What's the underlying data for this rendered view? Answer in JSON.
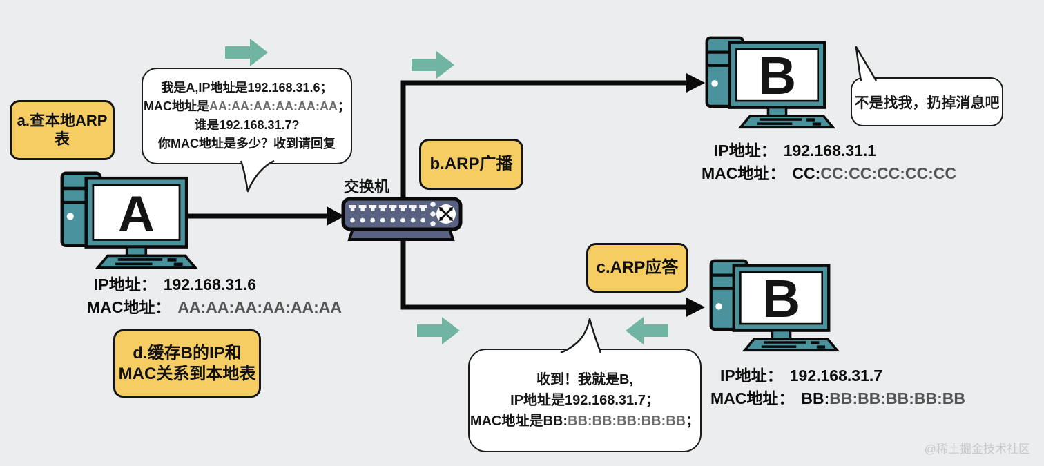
{
  "colors": {
    "background": "#ECEDEF",
    "step_yellow": "#F5CD63",
    "computer_teal": "#4A929C",
    "switch_slate": "#596280",
    "arrow_green": "#6FB5A2",
    "line_black": "#0A0A0A",
    "mac_gray": "#555555"
  },
  "steps": {
    "a": "a.查本地ARP\n表",
    "b": "b.ARP广播",
    "c": "c.ARP应答",
    "d": "d.缓存B的IP和\nMAC关系到本地表"
  },
  "switch": {
    "label": "交换机"
  },
  "computers": {
    "a": {
      "letter": "A",
      "ip_label": "IP地址：",
      "ip": "192.168.31.6",
      "mac_label": "MAC地址：",
      "mac_dark": "",
      "mac_light": "AA:AA:AA:AA:AA:AA"
    },
    "b_top": {
      "letter": "B",
      "ip_label": "IP地址：",
      "ip": "192.168.31.1",
      "mac_label": "MAC地址：",
      "mac_dark": "CC:",
      "mac_light": "CC:CC:CC:CC:CC"
    },
    "b_bottom": {
      "letter": "B",
      "ip_label": "IP地址：",
      "ip": "192.168.31.7",
      "mac_label": "MAC地址：",
      "mac_dark": "BB:",
      "mac_light": "BB:BB:BB:BB:BB"
    }
  },
  "bubbles": {
    "a_request": {
      "line1": "我是A,IP地址是192.168.31.6；",
      "line2_prefix": "MAC地址是",
      "line2_value": "AA:AA:AA:AA:AA:AA",
      "line2_suffix": "；",
      "line3": "谁是192.168.31.7?",
      "line4": "你MAC地址是多少？收到请回复"
    },
    "b_top_reply": {
      "text": "不是找我，扔掉消息吧"
    },
    "b_bottom_reply": {
      "line1": "收到！我就是B,",
      "line2": "IP地址是192.168.31.7；",
      "line3_prefix": "MAC地址是BB:",
      "line3_value": "BB:BB:BB:BB:BB",
      "line3_suffix": "；"
    }
  },
  "watermark": "@稀土掘金技术社区"
}
